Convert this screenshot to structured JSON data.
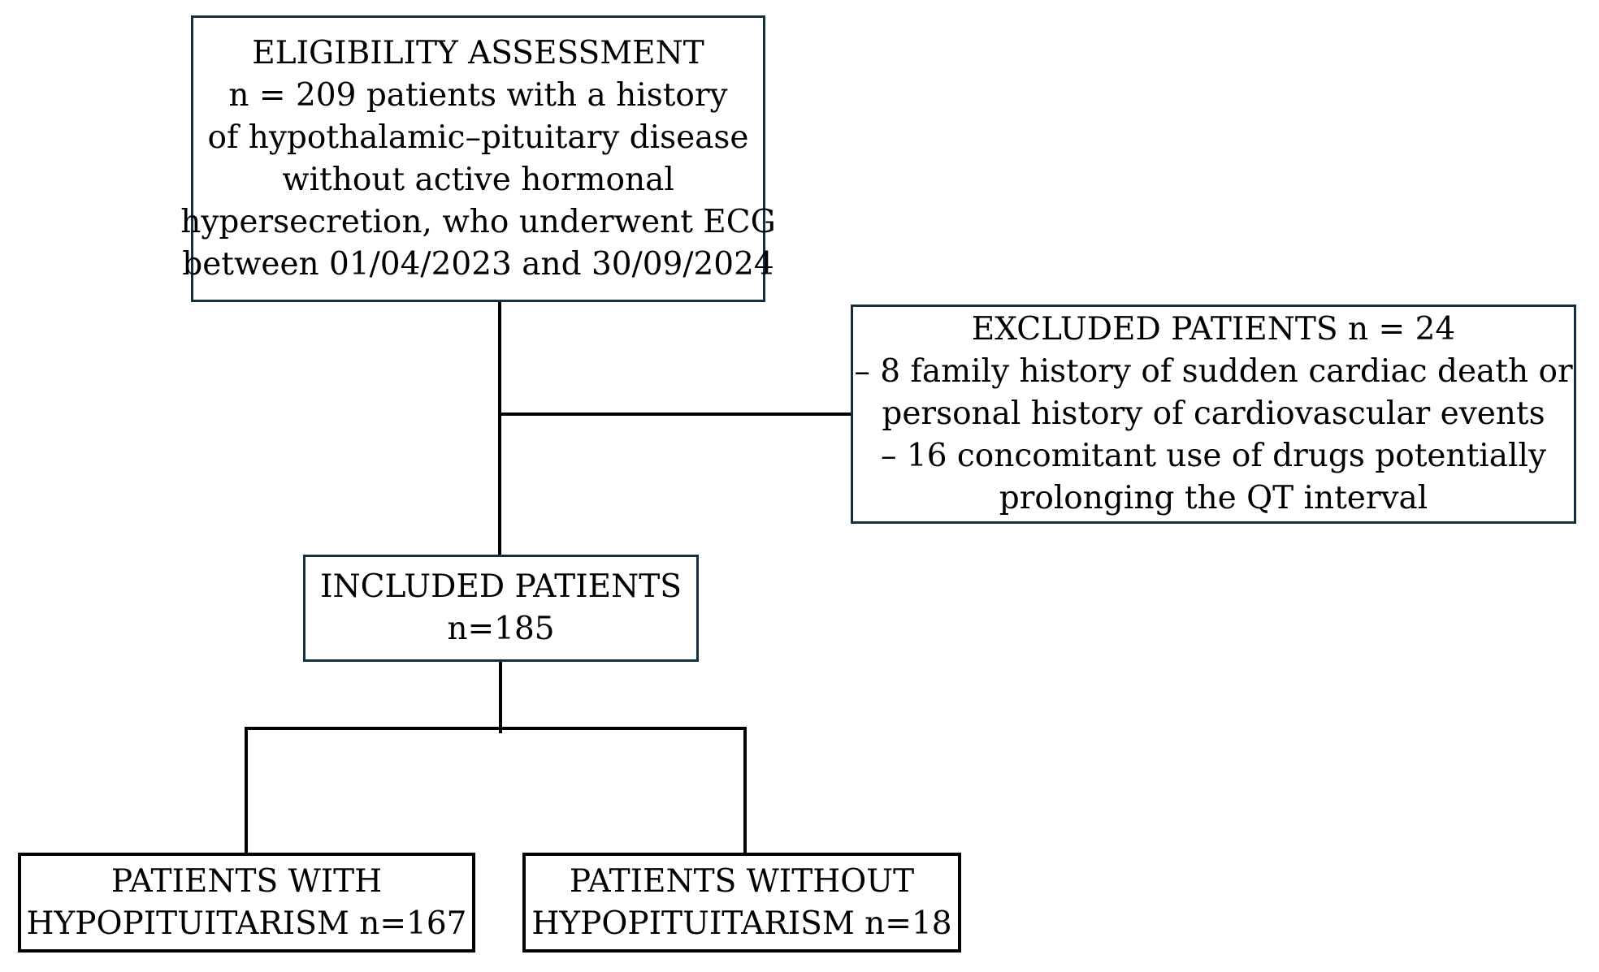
{
  "colors": {
    "background": "#ffffff",
    "box_border": "#142f3f",
    "bottom_box_border": "#000000",
    "connector": "#000000",
    "text": "#000000"
  },
  "boxes": {
    "eligibility": {
      "lines": [
        "ELIGIBILITY ASSESSMENT",
        "n = 209 patients with a history",
        "of hypothalamic–pituitary disease",
        "without active hormonal",
        "hypersecretion, who underwent ECG",
        "between 01/04/2023 and 30/09/2024"
      ]
    },
    "excluded": {
      "lines": [
        "EXCLUDED PATIENTS n = 24",
        "– 8 family history of sudden cardiac death or",
        "personal history of cardiovascular events",
        "– 16 concomitant use of drugs potentially",
        "prolonging the QT interval"
      ]
    },
    "included": {
      "lines": [
        "INCLUDED PATIENTS",
        "n=185"
      ]
    },
    "with_hypopituitarism": {
      "lines": [
        "PATIENTS WITH",
        "HYPOPITUITARISM n=167"
      ]
    },
    "without_hypopituitarism": {
      "lines": [
        "PATIENTS WITHOUT",
        "HYPOPITUITARISM n=18"
      ]
    }
  }
}
